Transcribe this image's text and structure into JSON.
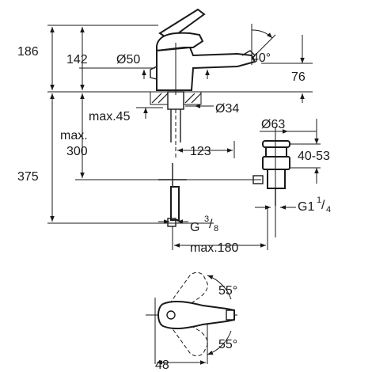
{
  "dimensions": {
    "h186": "186",
    "h142": "142",
    "d50": "Ø50",
    "a40": "40°",
    "h76": "76",
    "d34": "Ø34",
    "max45": "max.45",
    "w123": "123",
    "d63": "Ø63",
    "r4053": "40-53",
    "max": "max.",
    "h300": "300",
    "h375": "375",
    "g38_g": "G",
    "g38_num": "3",
    "g38_den": "8",
    "g114_g": "G1",
    "g114_num": "1",
    "g114_den": "4",
    "max180": "max.180",
    "a55_top": "55°",
    "a55_bot": "55°",
    "w48": "48"
  }
}
